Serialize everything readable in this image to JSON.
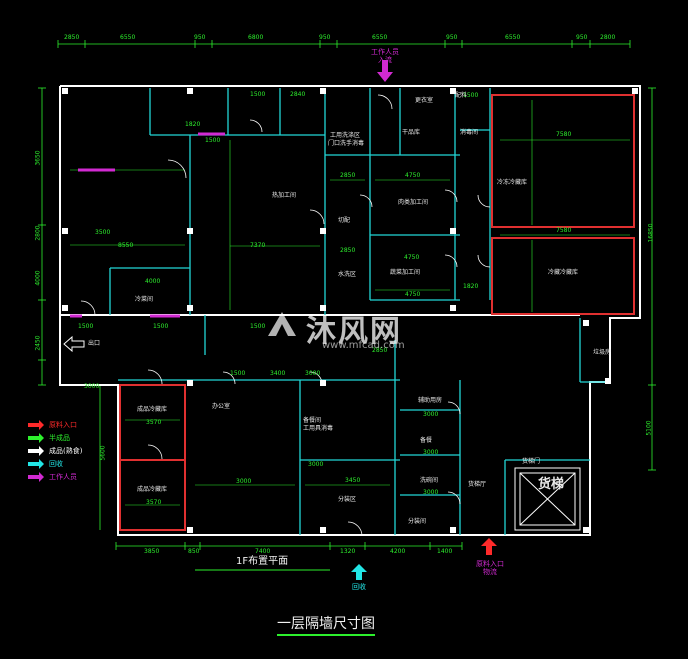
{
  "drawing": {
    "title": "一层隔墙尺寸图",
    "plan_label": "1F布置平面",
    "watermark": {
      "brand": "沐风网",
      "url": "www.mfcad.com"
    }
  },
  "top_dims": [
    "2850",
    "6550",
    "950",
    "6800",
    "950",
    "6550",
    "950",
    "6550",
    "950",
    "2800"
  ],
  "bottom_dims": [
    "3850",
    "850",
    "7400",
    "1320",
    "4200",
    "1400"
  ],
  "left_dims": [
    "3650",
    "2800",
    "4000",
    "2450",
    "5600"
  ],
  "right_dims": [
    "16850",
    "5100"
  ],
  "inner_dims": [
    "1500",
    "2840",
    "1500",
    "1820",
    "1500",
    "2850",
    "4750",
    "2850",
    "4750",
    "3500",
    "1820",
    "8550",
    "7370",
    "4000",
    "1500",
    "1500",
    "1500",
    "3000",
    "3400",
    "1500",
    "3000",
    "3450",
    "3000",
    "3000",
    "3000",
    "3000",
    "3570",
    "3570",
    "3000",
    "2850",
    "4750",
    "7580",
    "7580"
  ],
  "rooms": {
    "r_staff_cleanup": "工用洗涤区",
    "r_staff_door_note": "门口洗手消毒",
    "r_meat_processing": "肉类加工间",
    "r_veg_processing": "蔬菜加工间",
    "r_dry_store": "干品库",
    "r_cold_store_1": "冷冻冷藏库",
    "r_cold_store_2": "冷藏冷藏库",
    "r_cutting": "切配",
    "r_wash": "水洗区",
    "r_main_cook": "热加工间",
    "r_office": "办公室",
    "r_exit": "出口",
    "r_cold_dish": "成品冷藏库",
    "r_cold_dish_2": "成品冷藏库",
    "r_prep": "备餐间",
    "r_tools": "工用具消毒",
    "r_tools_2": "消毒间",
    "r_sort": "分装区",
    "r_garbage": "垃圾房",
    "r_freight_hall": "货梯厅",
    "r_freight_door": "货梯门",
    "r_freight_elevator": "货梯",
    "r_small_1": "更衣室",
    "r_small_2": "备餐",
    "r_small_3": "洗碗间",
    "r_small_4": "辅助用房",
    "r_small_5": "冷菜间",
    "r_small_6": "分装间",
    "r_small_7": "配料"
  },
  "arrows": {
    "staff_in_top": "工作人员\n入流",
    "raw_in_bottom": "原料入口\n物流",
    "recycle_bottom": "回收"
  },
  "legend": [
    {
      "label": "原料入口",
      "color": "#ff2a2a"
    },
    {
      "label": "半成品",
      "color": "#2df02d"
    },
    {
      "label": "成品(熟食)",
      "color": "#ffffff"
    },
    {
      "label": "回收",
      "color": "#22e6e6"
    },
    {
      "label": "工作人员",
      "color": "#d22ad2"
    }
  ],
  "colors": {
    "outer_wall": "#ffffff",
    "partition": "#22d6d6",
    "dimension": "#2df02d",
    "cold_room": "#e03030",
    "accent_magenta": "#d22ad2"
  }
}
